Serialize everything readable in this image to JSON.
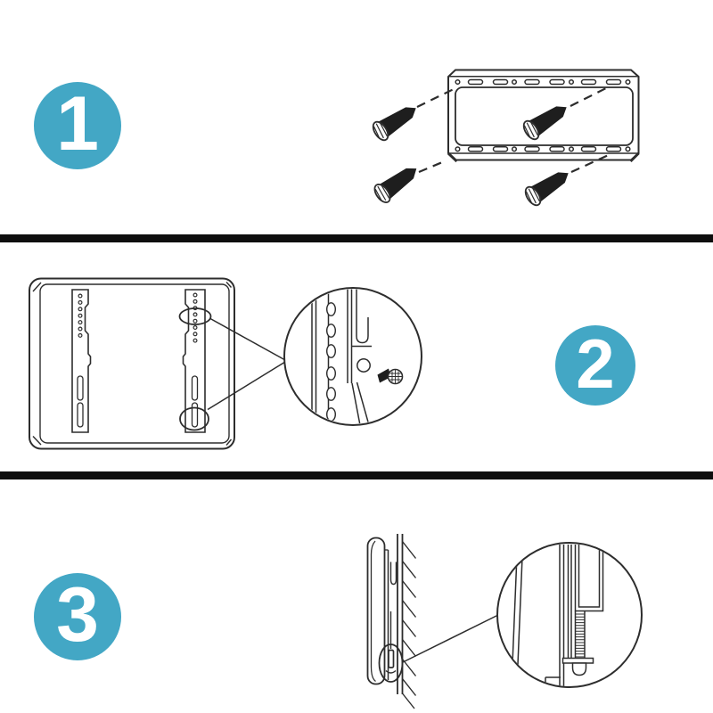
{
  "document": {
    "kind": "assembly-instruction-diagram",
    "step_count": 3
  },
  "steps": [
    {
      "number": "1",
      "illustration": "wall-plate-with-four-mounting-screws"
    },
    {
      "number": "2",
      "illustration": "tv-back-panel-with-vesa-brackets-and-screw-magnifier"
    },
    {
      "number": "3",
      "illustration": "tv-hung-on-wall-with-locking-screw-magnifier"
    }
  ],
  "colors": {
    "background": "#ffffff",
    "line": "#2d2d2d",
    "accent": "#43a7c5",
    "separator": "#0e0e0e",
    "badge_number": "#ffffff"
  }
}
